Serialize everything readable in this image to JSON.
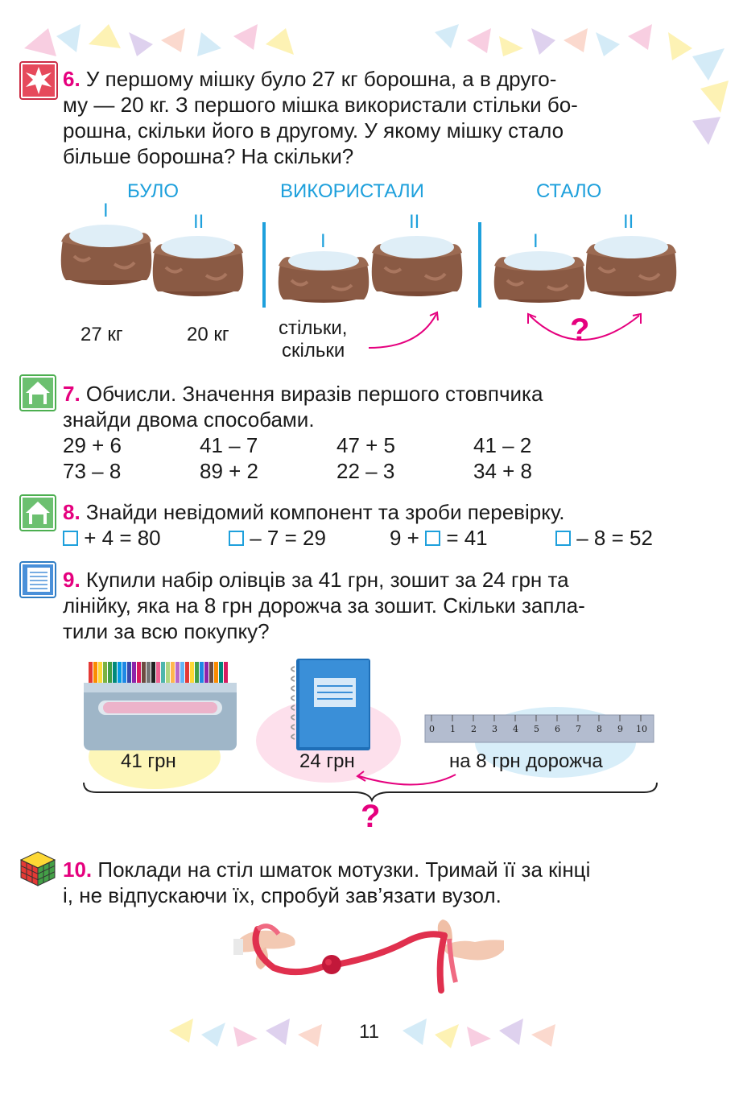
{
  "task6": {
    "number": "6.",
    "lines": [
      "У першому мішку було 27 кг борошна, а в друго-",
      "му — 20 кг. З першого мішка використали стільки бо-",
      "рошна, скільки його в другому. У якому мішку стало",
      "більше борошна? На скільки?"
    ],
    "headers": [
      "БУЛО",
      "ВИКОРИСТАЛИ",
      "СТАЛО"
    ],
    "roman_one": "I",
    "roman_two": "II",
    "weight_one": "27 кг",
    "weight_two": "20 кг",
    "used_line1": "стільки,",
    "used_line2": "скільки",
    "question": "?"
  },
  "task7": {
    "number": "7.",
    "lines": [
      "Обчисли. Значення виразів першого стовпчика",
      "знайди двома способами."
    ],
    "rows": [
      [
        "29 + 6",
        "41 – 7",
        "47 + 5",
        "41 – 2"
      ],
      [
        "73 – 8",
        "89 + 2",
        "22 – 3",
        "34 + 8"
      ]
    ]
  },
  "task8": {
    "number": "8.",
    "line": "Знайди невідомий компонент та зроби перевірку.",
    "equations": [
      {
        "before": "",
        "after": " + 4 = 80"
      },
      {
        "before": "",
        "after": " – 7 = 29"
      },
      {
        "before": "9 + ",
        "after": " = 41"
      },
      {
        "before": "",
        "after": " – 8 = 52"
      }
    ]
  },
  "task9": {
    "number": "9.",
    "lines": [
      "Купили набір олівців за 41 грн, зошит за 24 грн та",
      "лінійку, яка на 8 грн дорожча за зошит. Скільки запла-",
      "тили за всю покупку?"
    ],
    "price_pencils": "41 грн",
    "price_notebook": "24 грн",
    "price_ruler": "на 8 грн дорожча",
    "ruler_ticks": [
      "0",
      "1",
      "2",
      "3",
      "4",
      "5",
      "6",
      "7",
      "8",
      "9",
      "10"
    ],
    "question": "?"
  },
  "task10": {
    "number": "10.",
    "lines": [
      "Поклади на стіл шматок мотузки. Тримай її за кінці",
      "і, не відпускаючи їх, спробуй зав’язати вузол."
    ]
  },
  "page_number": "11",
  "colors": {
    "accent_magenta": "#e5007e",
    "accent_blue": "#1ea0dc",
    "sack_brown": "#8a5a44",
    "flour": "#dfeef7"
  }
}
